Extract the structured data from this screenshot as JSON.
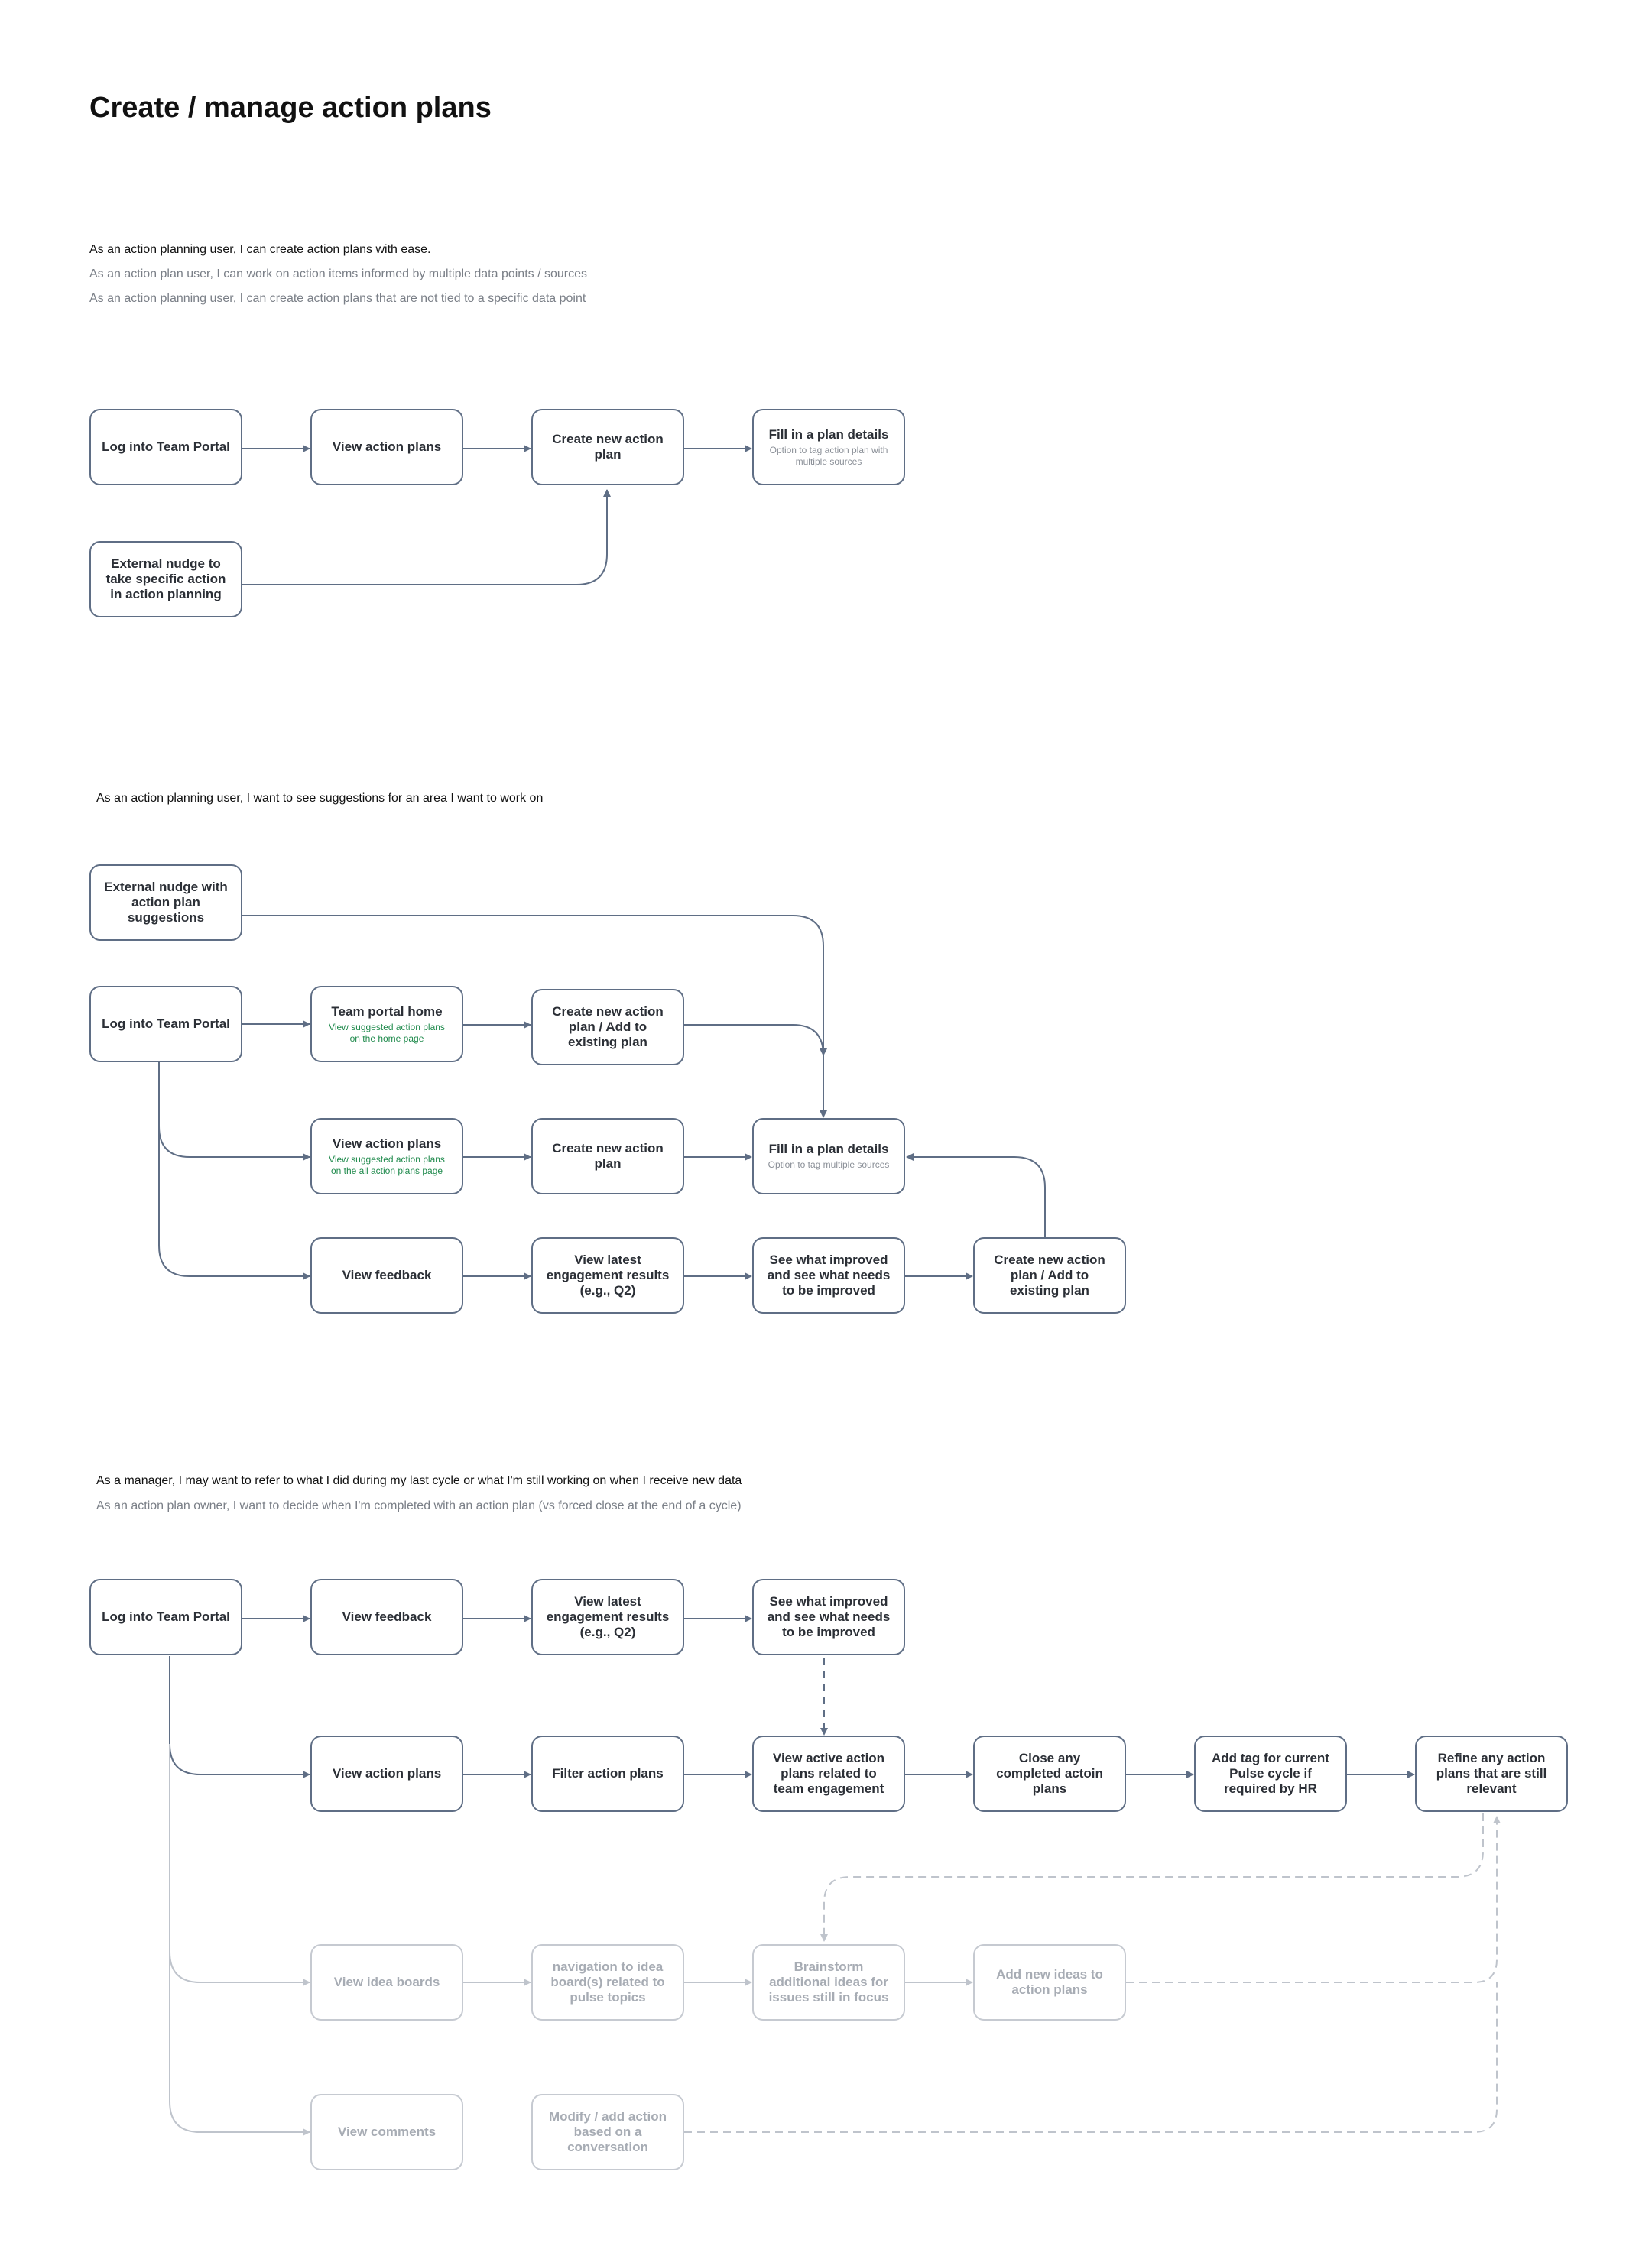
{
  "title": "Create / manage action plans",
  "colors": {
    "edge": "#5f6e85",
    "faded": "#bfc4cc",
    "note_green": "#1f8a4c",
    "muted_text": "#7a7f87"
  },
  "section1": {
    "stories": [
      "As an action planning user, I can create action plans with ease.",
      "As an action plan user, I can work on action items informed by multiple data points / sources",
      "As an action planning user, I can create action plans that are not tied to a specific data point"
    ],
    "nodes": {
      "login": {
        "label": "Log into Team Portal"
      },
      "view_plans": {
        "label": "View action plans"
      },
      "create_plan": {
        "label": "Create new action plan"
      },
      "fill_details": {
        "label": "Fill in a plan details",
        "note": "Option to tag action plan with multiple sources"
      },
      "nudge": {
        "label": "External nudge to take specific action in action planning"
      }
    }
  },
  "section2": {
    "stories": [
      "As an action planning user, I want to see suggestions for an area I want to work on"
    ],
    "nodes": {
      "nudge": {
        "label": "External nudge with action plan suggestions"
      },
      "login": {
        "label": "Log into Team Portal"
      },
      "home": {
        "label": "Team portal home",
        "note": "View suggested action plans on the home page"
      },
      "create_add": {
        "label": "Create new action plan / Add to existing plan"
      },
      "view_plans": {
        "label": "View action plans",
        "note": "View suggested action plans on the all action plans page"
      },
      "create_plan": {
        "label": "Create new action plan"
      },
      "fill_details": {
        "label": "Fill in a plan details",
        "note": "Option to tag multiple sources"
      },
      "feedback": {
        "label": "View feedback"
      },
      "results": {
        "label": "View latest engagement results (e.g., Q2)"
      },
      "improved": {
        "label": "See what improved and see what needs to be improved"
      },
      "create_add2": {
        "label": "Create new action plan / Add to existing plan"
      }
    }
  },
  "section3": {
    "stories": [
      "As a manager, I may want to refer to what I did during my last cycle or what I'm still working on when I receive new data",
      "As an action plan owner, I want to decide when I'm completed with an action plan (vs forced close at the end of a cycle)"
    ],
    "nodes": {
      "login": {
        "label": "Log into Team Portal"
      },
      "feedback": {
        "label": "View feedback"
      },
      "results": {
        "label": "View latest engagement results (e.g., Q2)"
      },
      "improved": {
        "label": "See what improved and see what needs to be improved"
      },
      "view_plans": {
        "label": "View action plans"
      },
      "filter": {
        "label": "Filter action plans"
      },
      "active": {
        "label": "View active action plans related to team engagement"
      },
      "close": {
        "label": "Close any completed actoin plans"
      },
      "tag": {
        "label": "Add tag for current Pulse cycle if required by HR"
      },
      "refine": {
        "label": "Refine any action plans that are still relevant"
      },
      "idea_boards": {
        "label": "View idea boards"
      },
      "nav_boards": {
        "label": "navigation to idea board(s) related to pulse topics"
      },
      "brainstorm": {
        "label": "Brainstorm additional ideas for issues still in focus"
      },
      "add_ideas": {
        "label": "Add new ideas to action plans"
      },
      "comments": {
        "label": "View comments"
      },
      "modify": {
        "label": "Modify / add action based on a conversation"
      }
    }
  }
}
